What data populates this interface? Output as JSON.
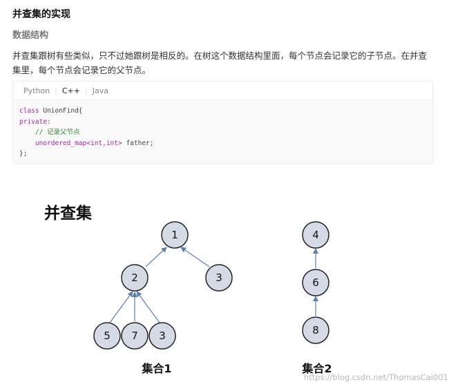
{
  "article": {
    "title": "并查集的实现",
    "subtitle": "数据结构",
    "paragraph": "并查集跟树有些类似，只不过她跟树是相反的。在树这个数据结构里面，每个节点会记录它的子节点。在并查集里，每个节点会记录它的父节点。"
  },
  "code_tabs": [
    {
      "label": "Python",
      "active": false
    },
    {
      "label": "C++",
      "active": true
    },
    {
      "label": "Java",
      "active": false
    }
  ],
  "code": {
    "line1_kw": "class",
    "line1_rest": " UnionFind{",
    "line2_kw": "private",
    "line2_rest": ":",
    "line3_comment": "    // 记录父节点",
    "line4_type": "    unordered_map<int,int>",
    "line4_rest": " father;",
    "line5": "};"
  },
  "diagram": {
    "title": "并查集",
    "set1_label": "集合1",
    "set2_label": "集合2",
    "nodes": [
      "1",
      "2",
      "3",
      "5",
      "7",
      "3",
      "4",
      "6",
      "8"
    ],
    "node_fill": "#d5dbe6",
    "node_stroke": "#222222",
    "edge_color": "#5b7fb3"
  },
  "watermark": "https://blog.csdn.net/ThomasCai001"
}
